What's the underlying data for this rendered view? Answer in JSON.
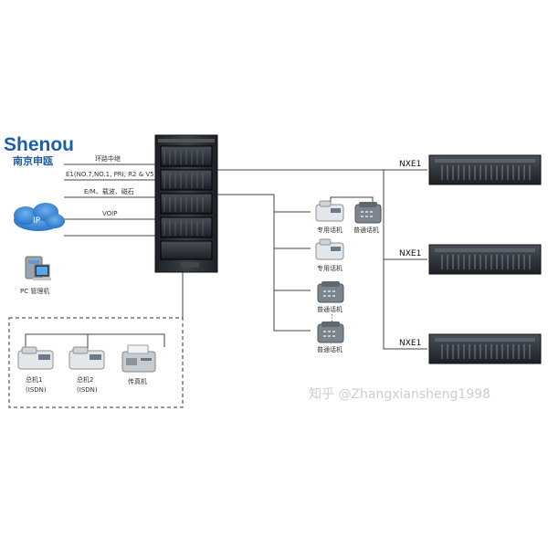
{
  "logo": {
    "brand": "Shenou",
    "subtitle": "南京申瓯"
  },
  "left_links": {
    "ring_trunk": "环路中继",
    "e1": "E1(NO.7,NO.1, PRI, R2 & V5)",
    "em": "E/M、载波、磁石",
    "voip": "VOIP",
    "ip_cloud": "IP",
    "pc": "PC 管理机"
  },
  "phones": {
    "dedicated_1": "专用话机",
    "ordinary_1": "普通话机",
    "dedicated_2": "专用话机",
    "ordinary_2": "普通话机",
    "ordinary_3": "普通话机",
    "ellipsis": "⋮"
  },
  "consoles": {
    "console1_name": "总机1",
    "console1_type": "(ISDN)",
    "console2_name": "总机2",
    "console2_type": "(ISDN)",
    "fax": "传真机"
  },
  "nxe": [
    "NXE1",
    "NXE1",
    "NXE1"
  ],
  "watermark": "知乎 @Zhangxiansheng1998",
  "colors": {
    "brand": "#1c5fa8",
    "cloud": "#2f7fd0",
    "rack": "#2b2f36",
    "line": "#444444"
  }
}
